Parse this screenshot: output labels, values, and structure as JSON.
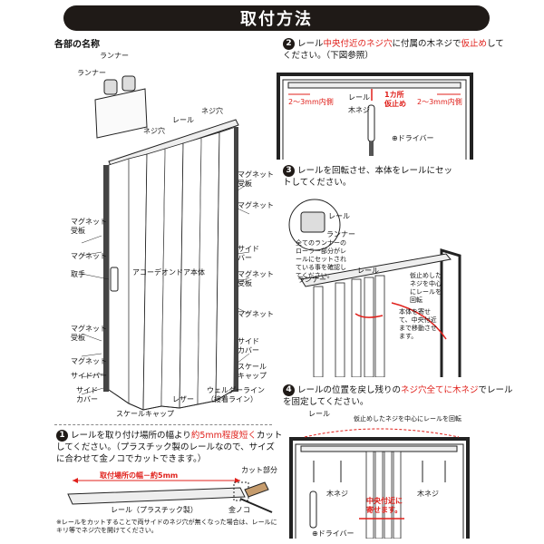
{
  "header": {
    "title": "取付方法"
  },
  "section_parts": {
    "title": "各部の名称",
    "labels": {
      "runner1": "ランナー",
      "runner2": "ランナー",
      "screw_hole1": "ネジ穴",
      "rail": "レール",
      "screw_hole2": "ネジ穴",
      "mag_receiver_r1": "マグネット\n受板",
      "magnet_r1": "マグネット",
      "mag_receiver_l1": "マグネット\n受板",
      "magnet_l1": "マグネット",
      "side_bar_r": "サイド\nバー",
      "handle": "取手",
      "body": "アコーデオンドア本体",
      "mag_receiver_r2": "マグネット\n受板",
      "magnet_r2": "マグネット",
      "mag_receiver_l2": "マグネット\n受板",
      "magnet_l2": "マグネット",
      "side_bar_l": "サイドバー",
      "side_cover_l": "サイド\nカバー",
      "side_cover_r": "サイド\nカバー",
      "scale_cap_r": "スケール\nキャップ",
      "welder_line": "ウェルダーライン\n（接着ライン）",
      "leather": "レザー",
      "scale_cap_bottom": "スケールキャップ"
    }
  },
  "step1": {
    "number": "1",
    "text_a": "レールを取り付け場所の幅より",
    "text_red": "約5mm程度短く",
    "text_b": "カットしてください。（プラスチック製のレールなので、サイズに合わせて金ノコでカットできます。）",
    "dim_label": "取付場所の幅－約5mm",
    "cut_label": "カット部分",
    "rail_label": "レール（プラスチック製）",
    "saw_label": "金ノコ",
    "note": "※レールをカットすることで両サイドのネジ穴が無くなった場合は、レールにキリ等でネジ穴を開けてください。"
  },
  "step2": {
    "number": "2",
    "text_a": "レール",
    "text_red1": "中央付近のネジ穴",
    "text_b": "に付属の木ネジで",
    "text_red2": "仮止め",
    "text_c": "してください。（下図参照）",
    "gap_left": "2～3mm内側",
    "gap_right": "2～3mm内側",
    "rail_label": "レール",
    "wood_screw": "木ネジ",
    "one_place": "1カ所\n仮止め",
    "driver": "⊕ドライバー"
  },
  "step3": {
    "number": "3",
    "text": "レールを回転させ、本体をレールにセットしてください。",
    "rail_label": "レール",
    "runner_label": "ランナー",
    "note_runner": "全てのランナーのローラー部分がレールにセットされている事を確認してください。",
    "runner_label2": "ランナー",
    "rail_label2": "レール",
    "rotate_note": "仮止めしたネジを中心にレールを回転",
    "slide_note": "本体を寄せて、中央付近まで移動させます。"
  },
  "step4": {
    "number": "4",
    "text_a": "レールの位置を戻し残りの",
    "text_red1": "ネジ穴全てに",
    "text_red2": "木ネジ",
    "text_b": "でレールを固定してください。",
    "rail_label": "レール",
    "rotate_note": "仮止めしたネジを中心にレールを回転",
    "wood_screw_l": "木ネジ",
    "center_note": "中央付近に\n寄せます。",
    "wood_screw_r": "木ネジ",
    "driver": "⊕ドライバー"
  }
}
